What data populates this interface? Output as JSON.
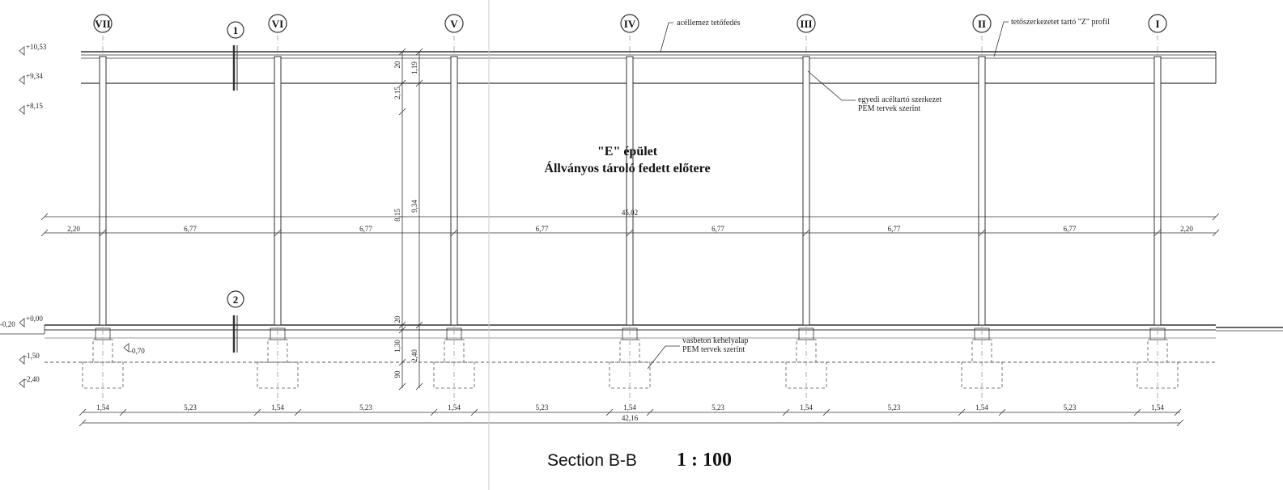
{
  "axes": [
    "VII",
    "1",
    "VI",
    "V",
    "IV",
    "III",
    "II",
    "I"
  ],
  "section_marks": {
    "top": "1",
    "bottom": "2"
  },
  "levels": [
    "+10,53",
    "+9,34",
    "+8,15",
    "+0,00",
    "-0,20",
    "-1,50",
    "-2,40",
    "-0,70"
  ],
  "labels": {
    "roof": "acéllemez tetőfedés",
    "z_profile": "tetőszerkezetet tartó \"Z\" profil",
    "steel_1": "egyedi acéltartó szerkezet",
    "steel_2": "PEM tervek szerint",
    "found_1": "vasbeton kehelyalap",
    "found_2": "PEM tervek szerint"
  },
  "title": {
    "line1": "\"E\" épület",
    "line2": "Állványos tároló fedett előtere"
  },
  "dims_top": {
    "total": "45,02",
    "spans": [
      "2,20",
      "6,77",
      "6,77",
      "6,77",
      "6,77",
      "6,77",
      "6,77",
      "2,20"
    ]
  },
  "dims_bottom": {
    "total": "42,16",
    "spans": [
      "1,54",
      "5,23",
      "1,54",
      "5,23",
      "1,54",
      "5,23",
      "1,54",
      "5,23",
      "1,54",
      "5,23",
      "1,54",
      "5,23",
      "1,54"
    ]
  },
  "dims_vertical": {
    "a": "20",
    "b": "1,19",
    "c": "2,15",
    "d": "8,15",
    "e": "9,34",
    "f": "20",
    "g": "1,30",
    "h": "2,40",
    "i": "90"
  },
  "section_title": "Section B-B",
  "scale": "1 : 100"
}
